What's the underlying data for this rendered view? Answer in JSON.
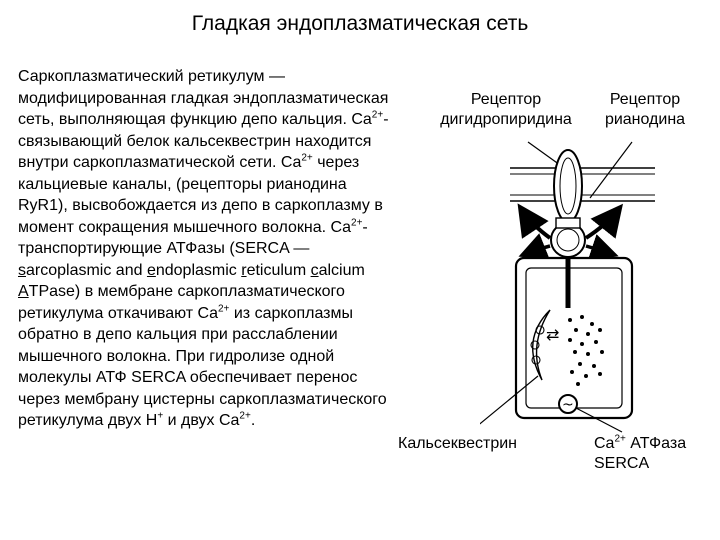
{
  "page": {
    "title": "Гладкая эндоплазматическая сеть"
  },
  "text": {
    "p1": "Саркоплазматический ретикулум — модифицированная гладкая эндоплазматическая сеть, выполняющая функцию депо кальция. Ca",
    "sup_2plus": "2+",
    "p2": "-связывающий белок кальсеквестрин находится внутри саркоплазматической сети. Ca",
    "p3": " через кальциевые каналы, (рецепторы рианодина RyR1), высвобождается из депо в саркоплазму в момент сокращения мышечного волокна. Ca",
    "p4": "-транспортирующие АТФазы (SERCA — ",
    "serca_s": "s",
    "serca_arcoplasmic": "arcoplasmic and ",
    "serca_e": "e",
    "serca_ndoplasmic": "ndoplasmic ",
    "serca_r": "r",
    "serca_eticulum": "eticulum",
    "serca_c": "c",
    "serca_alcium": "alcium ",
    "serca_a": "A",
    "serca_tpase": "TPase",
    "p5": ") в мембране саркоплазматического ретикулума откачивают Ca",
    "p6": " из саркоплазмы обратно в депо кальция при расслаблении мышечного волокна. При гидролизе одной молекулы АТФ SERCA обеспечивает перенос через мембрану цистерны саркоплазматического ретикулума двух H",
    "sup_plus": "+",
    "p7": " и двух Ca",
    "p8": "."
  },
  "diagram": {
    "label_dhp": "Рецептор дигидропиридина",
    "label_ryr": "Рецептор рианодина",
    "label_csq": "Кальсеквестрин",
    "label_serca_ca": "Ca",
    "label_serca_sup": "2+",
    "label_serca_rest": " АТФаза SERCA",
    "serca_symbol": "~",
    "exchange_symbol": "⇄"
  }
}
